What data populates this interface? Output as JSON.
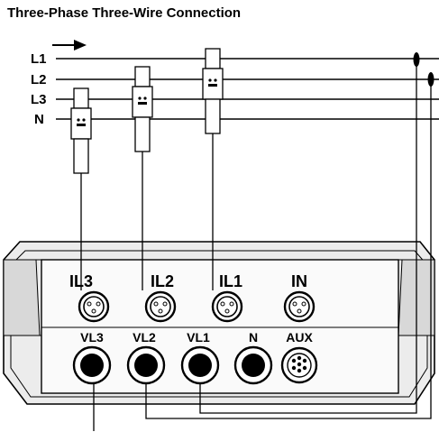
{
  "title": "Three-Phase Three-Wire Connection",
  "lines": [
    {
      "label": "L1"
    },
    {
      "label": "L2"
    },
    {
      "label": "L3"
    },
    {
      "label": "N"
    }
  ],
  "current_inputs": [
    "IL3",
    "IL2",
    "IL1",
    "IN"
  ],
  "voltage_inputs": [
    "VL3",
    "VL2",
    "VL1",
    "N",
    "AUX"
  ]
}
